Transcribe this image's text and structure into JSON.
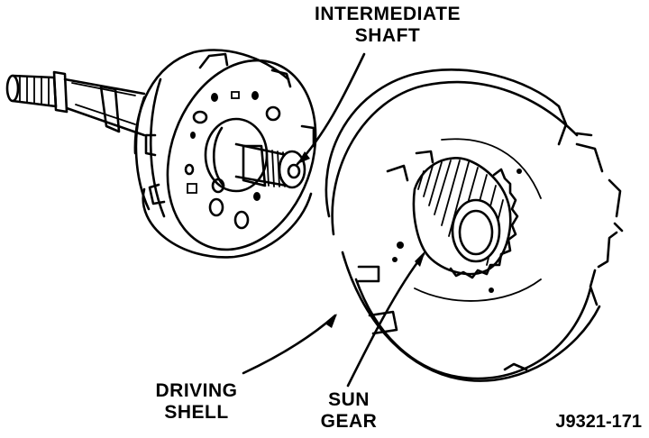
{
  "labels": {
    "intermediate_shaft": [
      "INTERMEDIATE",
      "SHAFT"
    ],
    "driving_shell": [
      "DRIVING",
      "SHELL"
    ],
    "sun_gear": [
      "SUN",
      "GEAR"
    ],
    "figure_code": "J9321-171"
  },
  "colors": {
    "ink": "#000000",
    "paper": "#ffffff"
  }
}
